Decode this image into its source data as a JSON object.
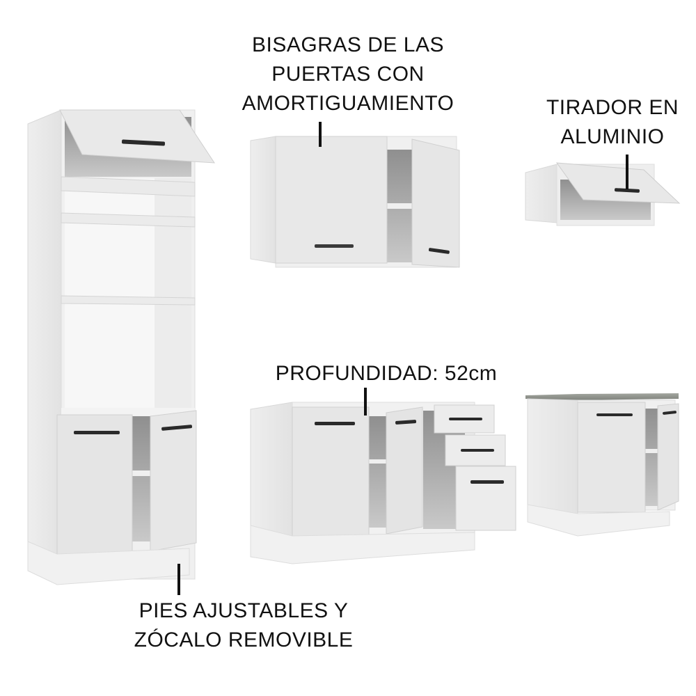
{
  "image": {
    "background": "#ffffff",
    "cabinet_color": "#e6e6e6",
    "interior_color": "#9a9a9a",
    "handle_color": "#2a2a2a",
    "countertop_color": "#8e918b"
  },
  "callouts": {
    "hinges": {
      "lines": [
        "BISAGRAS DE LAS",
        "PUERTAS CON",
        "AMORTIGUAMIENTO"
      ]
    },
    "handle": {
      "lines": [
        "TIRADOR EN",
        "ALUMINIO"
      ]
    },
    "depth": {
      "lines": [
        "PROFUNDIDAD: 52cm"
      ]
    },
    "feet": {
      "lines": [
        "PIES AJUSTABLES Y",
        "ZÓCALO REMOVIBLE"
      ]
    }
  },
  "products": [
    {
      "name": "Tall oven tower cabinet",
      "doors": 3,
      "shelves": 3
    },
    {
      "name": "Wall cabinet 2 doors",
      "doors": 2
    },
    {
      "name": "Wall cabinet lift-up door",
      "doors": 1
    },
    {
      "name": "Base cabinet 2 doors 3 drawers",
      "doors": 2,
      "drawers": 3
    },
    {
      "name": "Base cabinet 2 doors with countertop",
      "doors": 2
    }
  ]
}
